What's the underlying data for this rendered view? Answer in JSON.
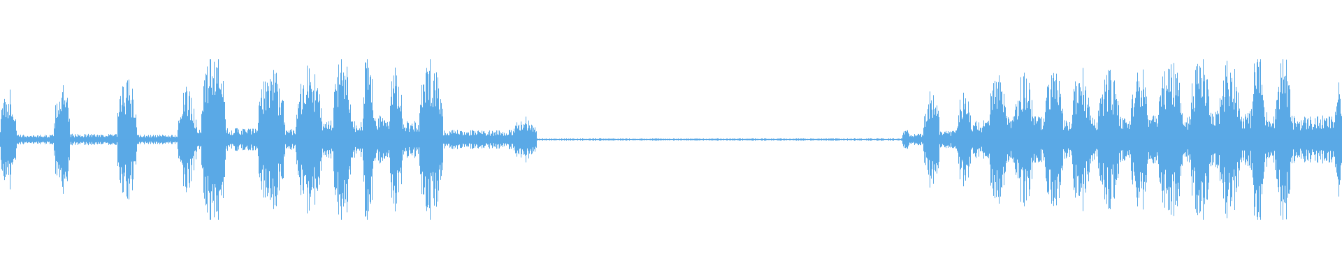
{
  "waveform": {
    "color": "#5aa9e6",
    "background": "#ffffff",
    "centerline_ratio": 0.5,
    "segments": [
      {
        "start": 0.0,
        "end": 0.012,
        "amp": 0.55,
        "type": "burst"
      },
      {
        "start": 0.012,
        "end": 0.04,
        "amp": 0.05,
        "type": "noise"
      },
      {
        "start": 0.04,
        "end": 0.052,
        "amp": 0.6,
        "type": "burst"
      },
      {
        "start": 0.052,
        "end": 0.087,
        "amp": 0.06,
        "type": "noise"
      },
      {
        "start": 0.087,
        "end": 0.102,
        "amp": 0.65,
        "type": "burst"
      },
      {
        "start": 0.102,
        "end": 0.132,
        "amp": 0.05,
        "type": "noise"
      },
      {
        "start": 0.132,
        "end": 0.146,
        "amp": 0.55,
        "type": "burst"
      },
      {
        "start": 0.146,
        "end": 0.15,
        "amp": 0.15,
        "type": "noise"
      },
      {
        "start": 0.15,
        "end": 0.168,
        "amp": 1.0,
        "type": "burst"
      },
      {
        "start": 0.168,
        "end": 0.192,
        "amp": 0.12,
        "type": "noise"
      },
      {
        "start": 0.192,
        "end": 0.212,
        "amp": 0.8,
        "type": "burst"
      },
      {
        "start": 0.212,
        "end": 0.22,
        "amp": 0.12,
        "type": "noise"
      },
      {
        "start": 0.22,
        "end": 0.24,
        "amp": 0.8,
        "type": "burst"
      },
      {
        "start": 0.24,
        "end": 0.248,
        "amp": 0.2,
        "type": "noise"
      },
      {
        "start": 0.248,
        "end": 0.262,
        "amp": 1.0,
        "type": "burst"
      },
      {
        "start": 0.262,
        "end": 0.27,
        "amp": 0.2,
        "type": "noise"
      },
      {
        "start": 0.27,
        "end": 0.278,
        "amp": 1.0,
        "type": "burst"
      },
      {
        "start": 0.278,
        "end": 0.29,
        "amp": 0.25,
        "type": "noise"
      },
      {
        "start": 0.29,
        "end": 0.3,
        "amp": 0.85,
        "type": "burst"
      },
      {
        "start": 0.3,
        "end": 0.312,
        "amp": 0.2,
        "type": "noise"
      },
      {
        "start": 0.312,
        "end": 0.33,
        "amp": 0.9,
        "type": "burst"
      },
      {
        "start": 0.33,
        "end": 0.382,
        "amp": 0.1,
        "type": "noise"
      },
      {
        "start": 0.382,
        "end": 0.4,
        "amp": 0.25,
        "type": "burst"
      },
      {
        "start": 0.4,
        "end": 0.672,
        "amp": 0.012,
        "type": "silence"
      },
      {
        "start": 0.672,
        "end": 0.678,
        "amp": 0.12,
        "type": "burst"
      },
      {
        "start": 0.678,
        "end": 0.688,
        "amp": 0.06,
        "type": "noise"
      },
      {
        "start": 0.688,
        "end": 0.7,
        "amp": 0.55,
        "type": "burst"
      },
      {
        "start": 0.7,
        "end": 0.712,
        "amp": 0.1,
        "type": "noise"
      },
      {
        "start": 0.712,
        "end": 0.724,
        "amp": 0.5,
        "type": "burst"
      },
      {
        "start": 0.724,
        "end": 0.736,
        "amp": 0.2,
        "type": "noise"
      },
      {
        "start": 0.736,
        "end": 0.75,
        "amp": 0.7,
        "type": "burst"
      },
      {
        "start": 0.75,
        "end": 0.756,
        "amp": 0.25,
        "type": "noise"
      },
      {
        "start": 0.756,
        "end": 0.77,
        "amp": 0.75,
        "type": "burst"
      },
      {
        "start": 0.77,
        "end": 0.778,
        "amp": 0.25,
        "type": "noise"
      },
      {
        "start": 0.778,
        "end": 0.792,
        "amp": 0.8,
        "type": "burst"
      },
      {
        "start": 0.792,
        "end": 0.798,
        "amp": 0.2,
        "type": "noise"
      },
      {
        "start": 0.798,
        "end": 0.812,
        "amp": 0.8,
        "type": "burst"
      },
      {
        "start": 0.812,
        "end": 0.818,
        "amp": 0.25,
        "type": "noise"
      },
      {
        "start": 0.818,
        "end": 0.834,
        "amp": 0.75,
        "type": "burst"
      },
      {
        "start": 0.834,
        "end": 0.842,
        "amp": 0.25,
        "type": "noise"
      },
      {
        "start": 0.842,
        "end": 0.856,
        "amp": 0.8,
        "type": "burst"
      },
      {
        "start": 0.856,
        "end": 0.862,
        "amp": 0.25,
        "type": "noise"
      },
      {
        "start": 0.862,
        "end": 0.882,
        "amp": 0.85,
        "type": "burst"
      },
      {
        "start": 0.882,
        "end": 0.886,
        "amp": 0.25,
        "type": "noise"
      },
      {
        "start": 0.886,
        "end": 0.902,
        "amp": 0.9,
        "type": "burst"
      },
      {
        "start": 0.902,
        "end": 0.908,
        "amp": 0.3,
        "type": "noise"
      },
      {
        "start": 0.908,
        "end": 0.924,
        "amp": 0.9,
        "type": "burst"
      },
      {
        "start": 0.924,
        "end": 0.932,
        "amp": 0.3,
        "type": "noise"
      },
      {
        "start": 0.932,
        "end": 0.942,
        "amp": 1.0,
        "type": "burst"
      },
      {
        "start": 0.942,
        "end": 0.95,
        "amp": 0.3,
        "type": "noise"
      },
      {
        "start": 0.95,
        "end": 0.962,
        "amp": 0.95,
        "type": "burst"
      },
      {
        "start": 0.962,
        "end": 0.994,
        "amp": 0.25,
        "type": "noise"
      },
      {
        "start": 0.994,
        "end": 1.0,
        "amp": 0.6,
        "type": "burst"
      }
    ]
  }
}
